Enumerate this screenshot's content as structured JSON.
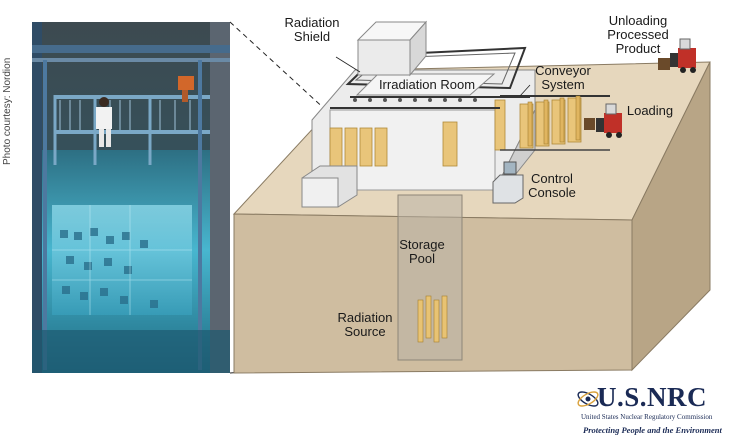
{
  "credit": "Photo courtesy: Nordion",
  "labels": {
    "radiation_shield": [
      "Radiation",
      "Shield"
    ],
    "irradiation_room": "Irradiation Room",
    "unloading": [
      "Unloading",
      "Processed",
      "Product"
    ],
    "conveyor": [
      "Conveyor",
      "System"
    ],
    "loading": "Loading",
    "control_console": [
      "Control",
      "Console"
    ],
    "storage_pool": [
      "Storage",
      "Pool"
    ],
    "radiation_source": [
      "Radiation",
      "Source"
    ]
  },
  "logo": {
    "title": "U.S.NRC",
    "subtitle": "United States Nuclear Regulatory Commission",
    "tagline": "Protecting People and the Environment"
  }
}
